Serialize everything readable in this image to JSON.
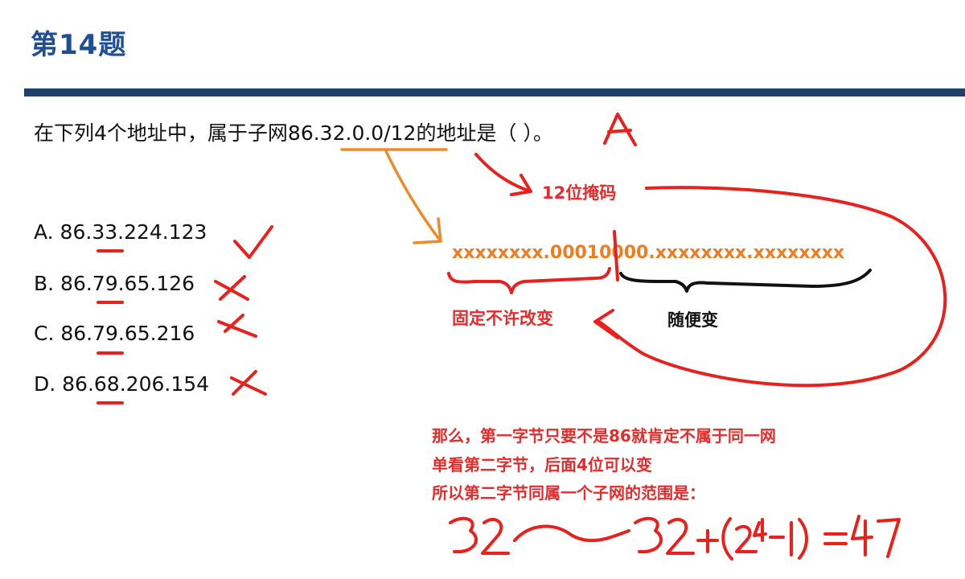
{
  "title": "第14题",
  "question": {
    "prefix": "在下列4个地址中，属于子网",
    "subnet": "86.32.0.0/12",
    "suffix": "的地址是（ ）。"
  },
  "options": [
    {
      "label": "A. 86.33.224.123",
      "mark": "check"
    },
    {
      "label": "B. 86.79.65.126",
      "mark": "cross"
    },
    {
      "label": "C. 86.79.65.216",
      "mark": "cross"
    },
    {
      "label": "D. 86.68.206.154",
      "mark": "cross"
    }
  ],
  "annotations": {
    "answer": "A",
    "mask_label": "12位掩码",
    "binary": "xxxxxxxx.00010000.xxxxxxxx.xxxxxxxx",
    "fixed_label": "固定不许改变",
    "free_label": "随便变",
    "notes": [
      "那么，第一字节只要不是86就肯定不属于同一网",
      "单看第二字节，后面4位可以变",
      "所以第二字节同属一个子网的范围是："
    ],
    "formula_handwritten": "32 ～ 32+(2⁴-1) = 47"
  },
  "colors": {
    "title": "#1f4e96",
    "rule": "#1f3f6d",
    "handwriting_red": "#e8211d",
    "handwriting_orange": "#ef8a2a",
    "highlight_orange": "#ee7d22"
  }
}
